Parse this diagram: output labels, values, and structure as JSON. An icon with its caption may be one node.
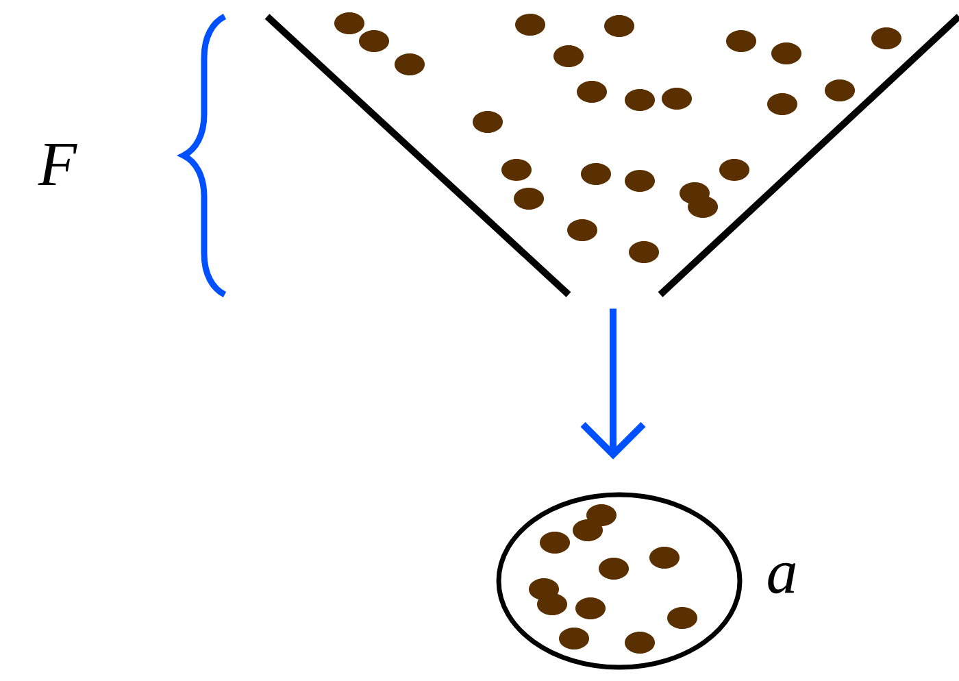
{
  "diagram": {
    "nodes": [
      {
        "text": [],
        "shape": "funnel"
      },
      {
        "text": [],
        "shape": "circle",
        "beside": [
          "a"
        ]
      }
    ],
    "edges": [
      {
        "from": 0,
        "to": 1,
        "arrow": "to",
        "color": "#0050ff"
      }
    ],
    "labels": [
      "F"
    ]
  }
}
